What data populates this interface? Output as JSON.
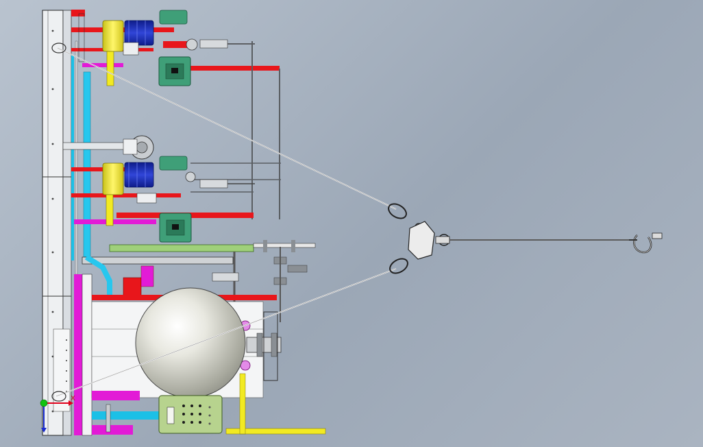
{
  "viewport": {
    "background": "#a7b2bf"
  },
  "triad": {
    "x_label": "X",
    "x_color": "#e0001b",
    "y_color": "#1a2ccf",
    "origin_color": "#11c411"
  },
  "components": [
    "frame-rail",
    "pump-module-upper",
    "pump-module-lower",
    "control-box-upper",
    "control-box-lower",
    "pressure-sphere",
    "main-panel",
    "lifting-sling",
    "hook"
  ],
  "colors": {
    "frame": "#e9ecef",
    "red_pipe": "#e8161b",
    "magenta": "#e21bd6",
    "cyan": "#1bc0e6",
    "yellow": "#f2ea22",
    "motor_blue": "#1b2fb7",
    "control_green": "#3f9f78",
    "panel_green": "#b7d38e",
    "sphere": "#d8d9cf"
  }
}
